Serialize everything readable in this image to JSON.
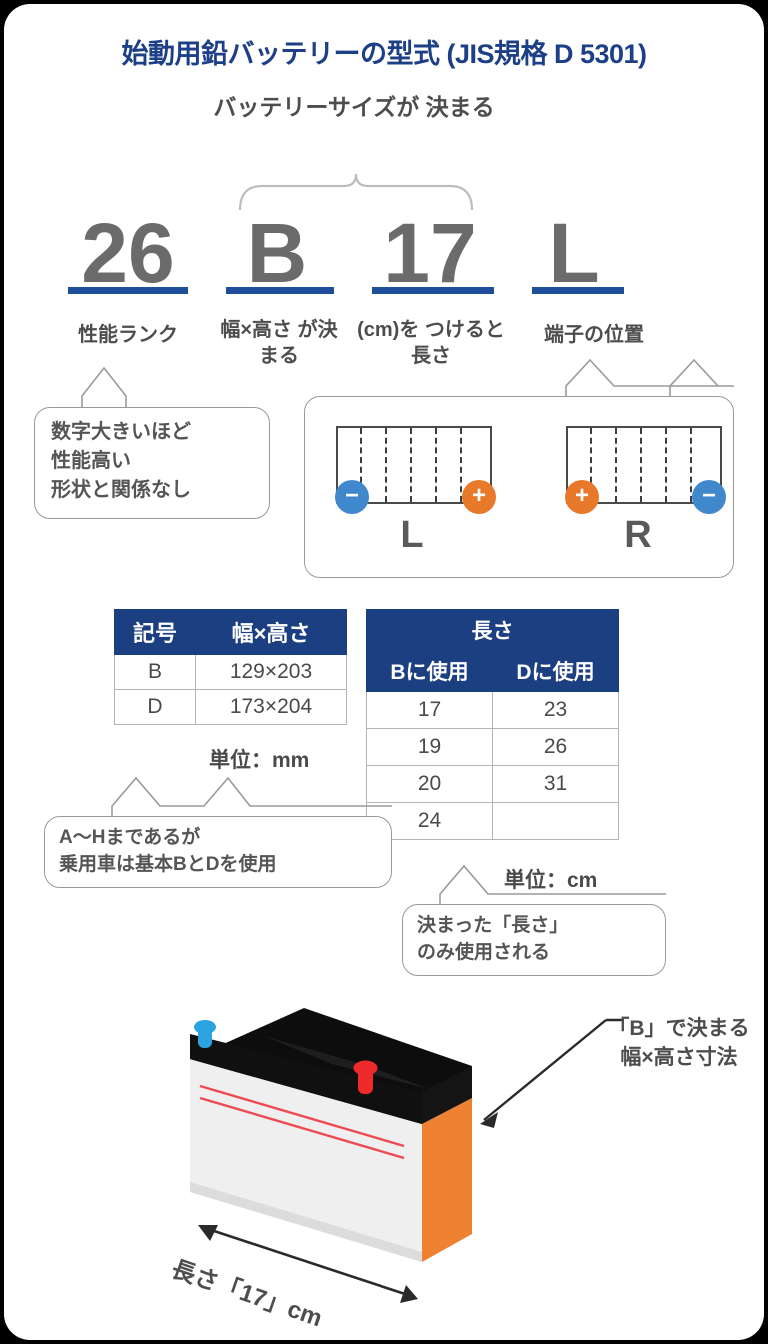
{
  "title": "始動用鉛バッテリーの型式 (JIS規格 D 5301)",
  "brace_label": "バッテリーサイズが\n決まる",
  "code": {
    "chars": [
      "26",
      "B",
      "17",
      "L"
    ],
    "descs": [
      "性能ランク",
      "幅×高さ\nが決まる",
      "(cm)を\nつけると長さ",
      "端子の位置"
    ]
  },
  "callouts": {
    "rank": "数字大きいほど\n性能高い\n形状と関係なし",
    "symbol_range": "A〜Hまであるが\n乗用車は基本BとDを使用",
    "length_fixed": "決まった「長さ」\nのみ使用される"
  },
  "terminal_diagram": {
    "left": {
      "label": "L",
      "near": "−",
      "far": "+"
    },
    "right": {
      "label": "R",
      "near": "+",
      "far": "−"
    },
    "plus": "+",
    "minus": "−"
  },
  "table_size": {
    "headers": [
      "記号",
      "幅×高さ"
    ],
    "rows": [
      [
        "B",
        "129×203"
      ],
      [
        "D",
        "173×204"
      ]
    ],
    "unit": "単位：mm"
  },
  "table_length": {
    "title": "長さ",
    "headers": [
      "Bに使用",
      "Dに使用"
    ],
    "rows": [
      [
        "17",
        "23"
      ],
      [
        "19",
        "26"
      ],
      [
        "20",
        "31"
      ],
      [
        "24",
        ""
      ]
    ],
    "unit": "単位：cm"
  },
  "battery": {
    "dimension_label": "「B」で決まる\n幅×高さ寸法",
    "length_label": "長さ「17」cm"
  },
  "colors": {
    "title_blue": "#1c3f88",
    "rule_blue": "#1f4e9c",
    "header_navy": "#1b3f80",
    "plus_orange": "#e8792a",
    "minus_blue": "#3f88cc",
    "battery_orange": "#ef8133"
  }
}
